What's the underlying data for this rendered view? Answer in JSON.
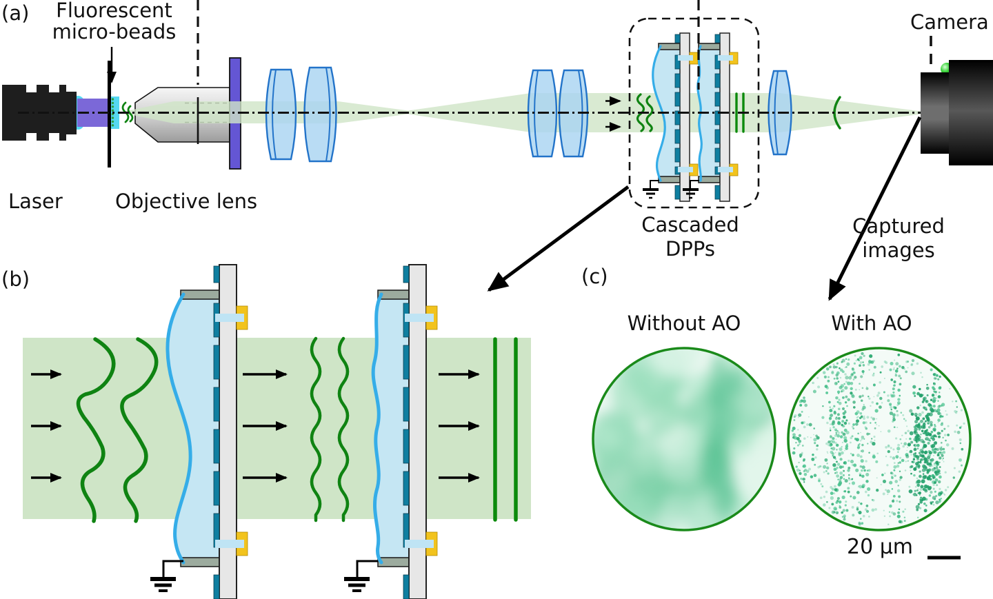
{
  "figure": {
    "panel_a_label": "(a)",
    "panel_b_label": "(b)",
    "panel_c_label": "(c)",
    "labels": {
      "fluorescent_microbeads": {
        "line1": "Fluorescent",
        "line2": "micro-beads"
      },
      "laser": "Laser",
      "objective_lens": "Objective lens",
      "cascaded_dpps": {
        "line1": "Cascaded",
        "line2": "DPPs"
      },
      "camera": "Camera",
      "captured_images": {
        "line1": "Captured",
        "line2": "images"
      },
      "without_ao": "Without AO",
      "with_ao": "With AO",
      "scale_bar": "20 µm"
    },
    "colors": {
      "beam_green": "#cfe5c7",
      "wavefront_green": "#0f8312",
      "flat_green": "#0b8a0b",
      "lens_fill": "#a9d4f2",
      "lens_stroke": "#2273c9",
      "membrane_blue": "#35ade8",
      "fluid_blue": "#c5e6f3",
      "electrode_teal": "#0f7fa0",
      "plate_gray": "#e7e7e7",
      "cap_gray": "#9cab9e",
      "connector_yellow": "#f2c31d",
      "wire_blue": "#bfe4f4",
      "purple_beam": "#7b68d8",
      "purple_plate": "#6456d4",
      "cyan_sample": "#55d8f2",
      "bead_green": "#2f9e3f",
      "circle_border": "#1a8a1a",
      "speckle_green": "#35b57d",
      "cloud_green": "#8fd6b2",
      "ink": "#111111"
    }
  }
}
